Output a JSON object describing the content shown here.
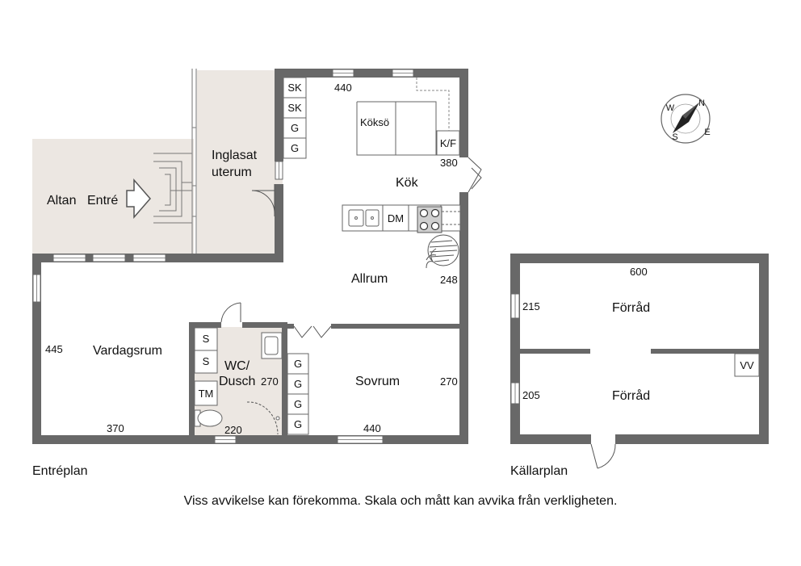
{
  "colors": {
    "wall": "#686868",
    "terrace": "#ece7e2",
    "wet_room": "#ece7e2",
    "line": "#555555"
  },
  "rooms": {
    "altan": "Altan",
    "entre": "Entré",
    "inglasat_line1": "Inglasat",
    "inglasat_line2": "uterum",
    "kok": "Kök",
    "kokso": "Köksö",
    "allrum": "Allrum",
    "vardagsrum": "Vardagsrum",
    "wc_line1": "WC/",
    "wc_line2": "Dusch",
    "sovrum": "Sovrum",
    "forrad_upper": "Förråd",
    "forrad_lower": "Förråd"
  },
  "fixtures": {
    "sk1": "SK",
    "sk2": "SK",
    "g1": "G",
    "g2": "G",
    "kf": "K/F",
    "dm": "DM",
    "s1": "S",
    "s2": "S",
    "tm": "TM",
    "sov_g": [
      "G",
      "G",
      "G",
      "G"
    ],
    "vv": "VV"
  },
  "dimensions": {
    "kitchen_width": "440",
    "kitchen_depth": "380",
    "allrum_depth": "248",
    "vardagsrum_depth": "445",
    "vardagsrum_width": "370",
    "wc_depth": "270",
    "wc_width": "220",
    "sovrum_depth": "270",
    "sovrum_width": "440",
    "cellar_width": "600",
    "forrad_upper_depth": "215",
    "forrad_lower_depth": "205"
  },
  "compass": {
    "n": "N",
    "e": "E",
    "s": "S",
    "w": "W"
  },
  "plans": {
    "entry": "Entréplan",
    "cellar": "Källarplan"
  },
  "note": "Viss avvikelse kan förekomma. Skala och mått kan avvika från verkligheten."
}
